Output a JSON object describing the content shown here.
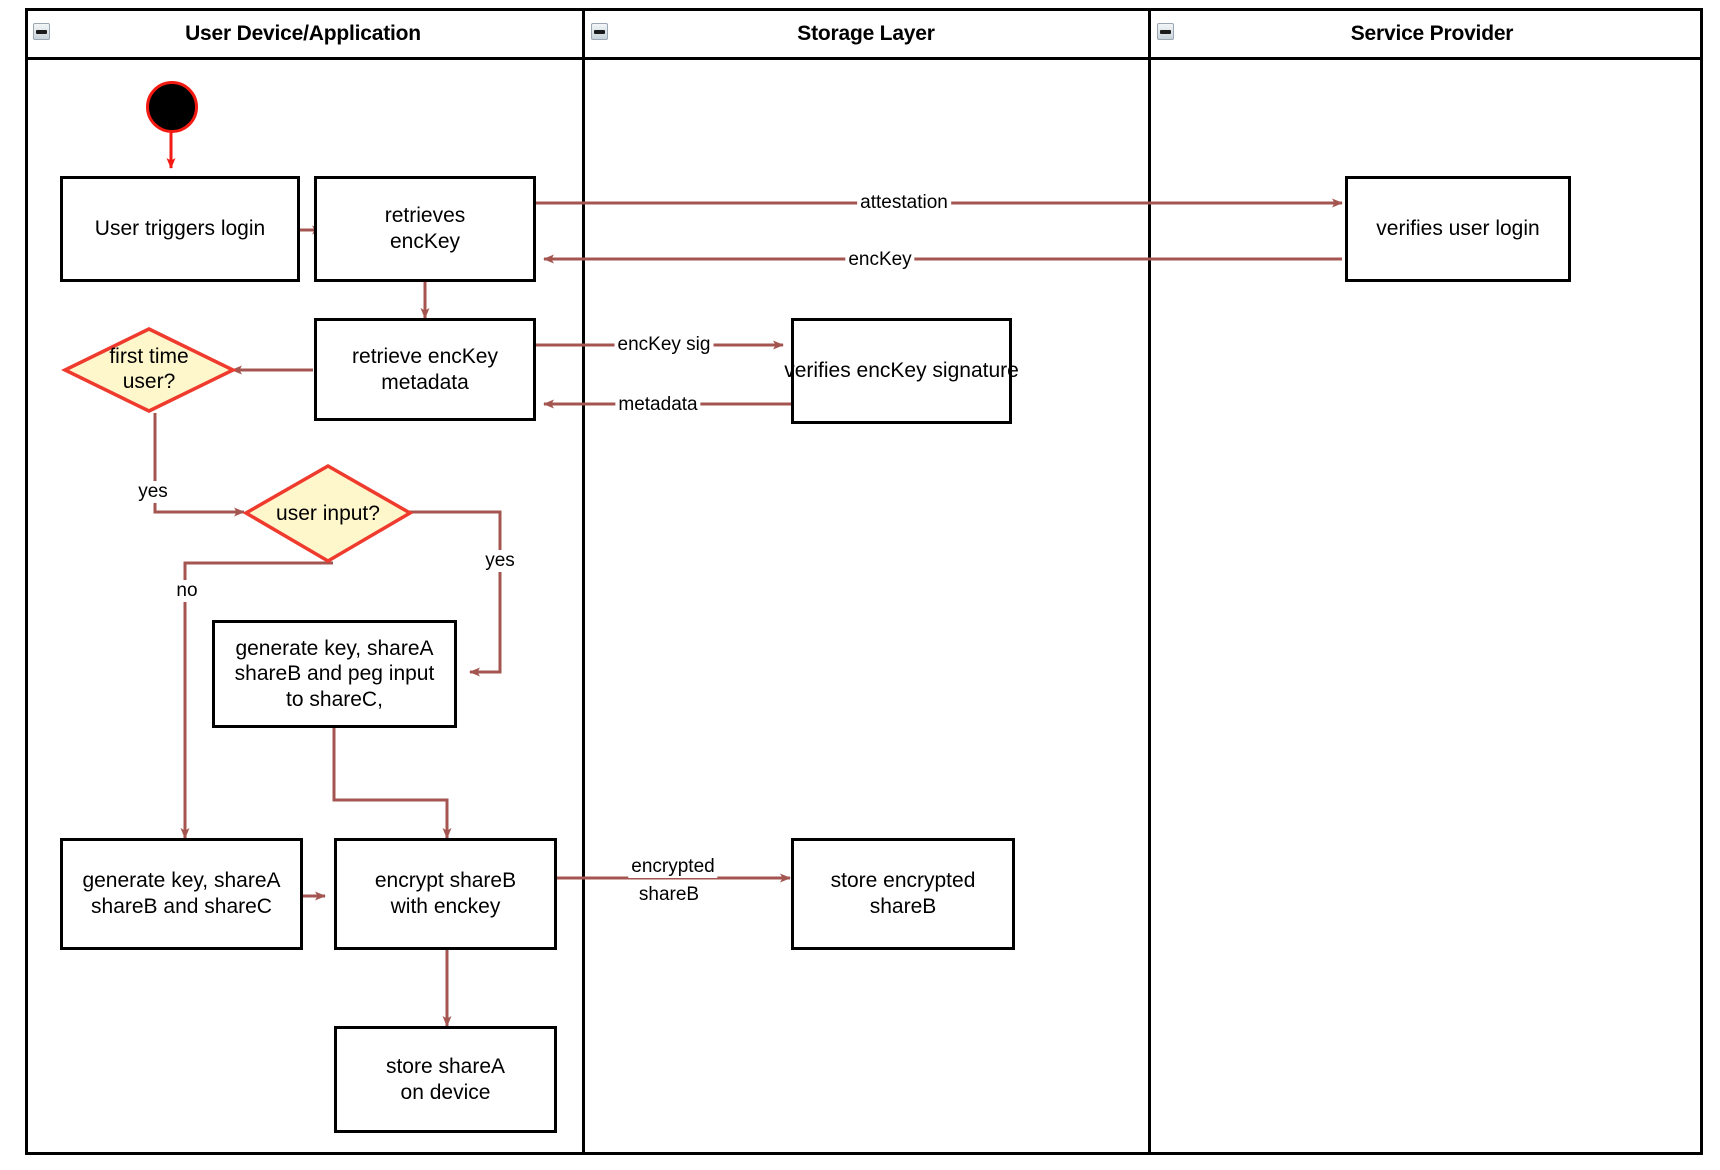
{
  "diagram": {
    "type": "uml-activity-swimlane",
    "colors": {
      "lane_border": "#000000",
      "node_border": "#000000",
      "node_fill": "#ffffff",
      "decision_fill": "#fff7cc",
      "decision_border": "#ef3b2e",
      "edge": "#a4554f",
      "start_edge": "#f21a12",
      "start_fill": "#000000"
    },
    "lanes": [
      {
        "id": "user-device",
        "title": "User Device/Application",
        "collapse_icon": "minus-icon"
      },
      {
        "id": "storage-layer",
        "title": "Storage Layer",
        "collapse_icon": "minus-icon"
      },
      {
        "id": "service-provider",
        "title": "Service Provider",
        "collapse_icon": "minus-icon"
      }
    ],
    "start_node": {
      "name": "initial-node"
    },
    "nodes": [
      {
        "id": "user-triggers-login",
        "lane": "user-device",
        "label": "User triggers login"
      },
      {
        "id": "retrieves-enckey",
        "lane": "user-device",
        "label": "retrieves\nencKey"
      },
      {
        "id": "retrieve-enckey-metadata",
        "lane": "user-device",
        "label": "retrieve encKey\nmetadata"
      },
      {
        "id": "generate-peg-input",
        "lane": "user-device",
        "label": "generate key, shareA\nshareB and peg input\nto shareC,"
      },
      {
        "id": "generate-shares",
        "lane": "user-device",
        "label": "generate key, shareA\nshareB and shareC"
      },
      {
        "id": "encrypt-shareb",
        "lane": "user-device",
        "label": "encrypt shareB\nwith enckey"
      },
      {
        "id": "store-sharea",
        "lane": "user-device",
        "label": "store shareA\non device"
      },
      {
        "id": "verifies-enckey-signature",
        "lane": "storage-layer",
        "label": "verifies encKey signature"
      },
      {
        "id": "store-encrypted-shareb",
        "lane": "storage-layer",
        "label": "store encrypted\nshareB"
      },
      {
        "id": "verifies-user-login",
        "lane": "service-provider",
        "label": "verifies user login"
      }
    ],
    "decisions": [
      {
        "id": "first-time-user",
        "label": "first time\nuser?"
      },
      {
        "id": "user-input",
        "label": "user input?"
      }
    ],
    "edges": [
      {
        "id": "start-to-login",
        "label": ""
      },
      {
        "id": "login-to-retrieves",
        "label": ""
      },
      {
        "id": "retrieves-to-provider",
        "label": "attestation"
      },
      {
        "id": "provider-to-retrieves",
        "label": "encKey"
      },
      {
        "id": "retrieves-to-metadata",
        "label": ""
      },
      {
        "id": "metadata-to-storage",
        "label": "encKey sig"
      },
      {
        "id": "storage-to-metadata",
        "label": "metadata"
      },
      {
        "id": "metadata-to-firsttime",
        "label": ""
      },
      {
        "id": "firsttime-to-userinput",
        "label": "yes"
      },
      {
        "id": "userinput-yes",
        "label": "yes"
      },
      {
        "id": "userinput-no",
        "label": "no"
      },
      {
        "id": "peg-to-encrypt",
        "label": ""
      },
      {
        "id": "shares-to-encrypt",
        "label": ""
      },
      {
        "id": "encrypt-to-storage",
        "label": "encrypted\nshareB"
      },
      {
        "id": "encrypt-to-store-sharea",
        "label": ""
      }
    ],
    "edge_labels": {
      "attestation": "attestation",
      "enckey": "encKey",
      "enckey_sig": "encKey sig",
      "metadata": "metadata",
      "yes_first": "yes",
      "yes_input": "yes",
      "no_input": "no",
      "encrypted_shareb_l1": "encrypted",
      "encrypted_shareb_l2": "shareB"
    }
  }
}
